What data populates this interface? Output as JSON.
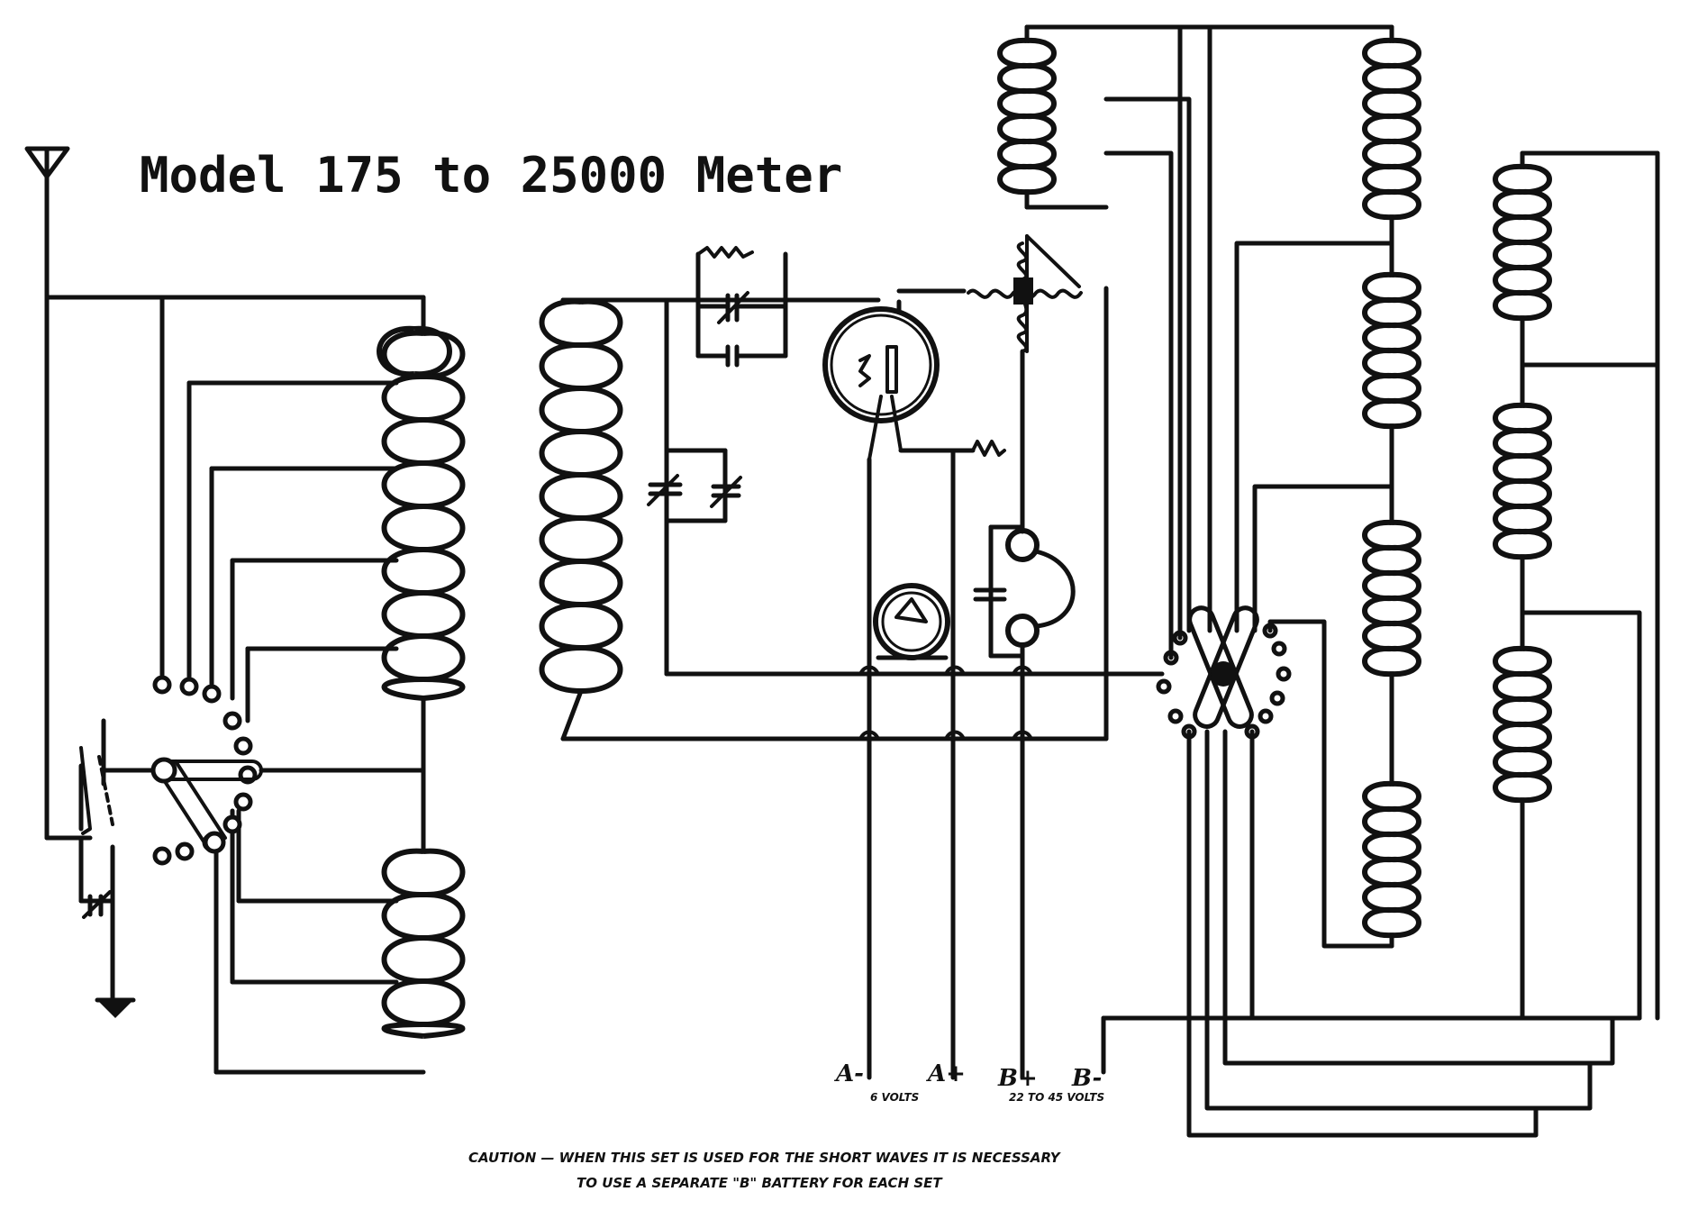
{
  "title": "Model 175 to 25000 Meter",
  "terminals": {
    "a_minus": "A-",
    "a_plus": "A+",
    "b_plus": "B+",
    "b_minus": "B-",
    "a_voltage": "6 VOLTS",
    "b_voltage": "22 TO 45 VOLTS"
  },
  "caption": {
    "line1": "CAUTION — WHEN THIS SET IS USED FOR THE SHORT WAVES IT IS NECESSARY",
    "line2": "TO USE A SEPARATE \"B\" BATTERY FOR EACH SET"
  },
  "colors": {
    "ink": "#111111",
    "paper": "#ffffff"
  },
  "icons": [
    "antenna-icon",
    "ground-icon",
    "vacuum-tube-icon",
    "meter-icon",
    "headphones-icon",
    "rotary-switch-icon"
  ]
}
